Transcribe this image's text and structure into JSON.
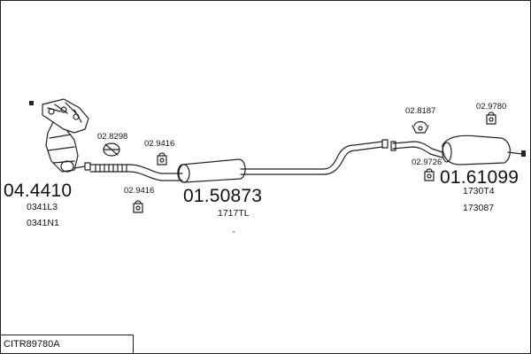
{
  "diagram": {
    "model_code": "CITR89780A",
    "line_color": "#222222",
    "assemblies": [
      {
        "id": "manifold",
        "number": "04.4410",
        "refs": [
          "0341L3",
          "0341N1"
        ]
      },
      {
        "id": "mid-silencer",
        "number": "01.50873",
        "refs": [
          "1717TL"
        ]
      },
      {
        "id": "rear-silencer",
        "number": "01.61099",
        "refs": [
          "1730T4",
          "173087"
        ]
      }
    ],
    "small_parts": [
      {
        "id": "clamp-a",
        "number": "02.8298"
      },
      {
        "id": "mount-a",
        "number": "02.9416"
      },
      {
        "id": "mount-b",
        "number": "02.9416"
      },
      {
        "id": "hanger-a",
        "number": "02.8187"
      },
      {
        "id": "hanger-b",
        "number": "02.9780"
      },
      {
        "id": "mount-c",
        "number": "02.9726"
      }
    ]
  }
}
